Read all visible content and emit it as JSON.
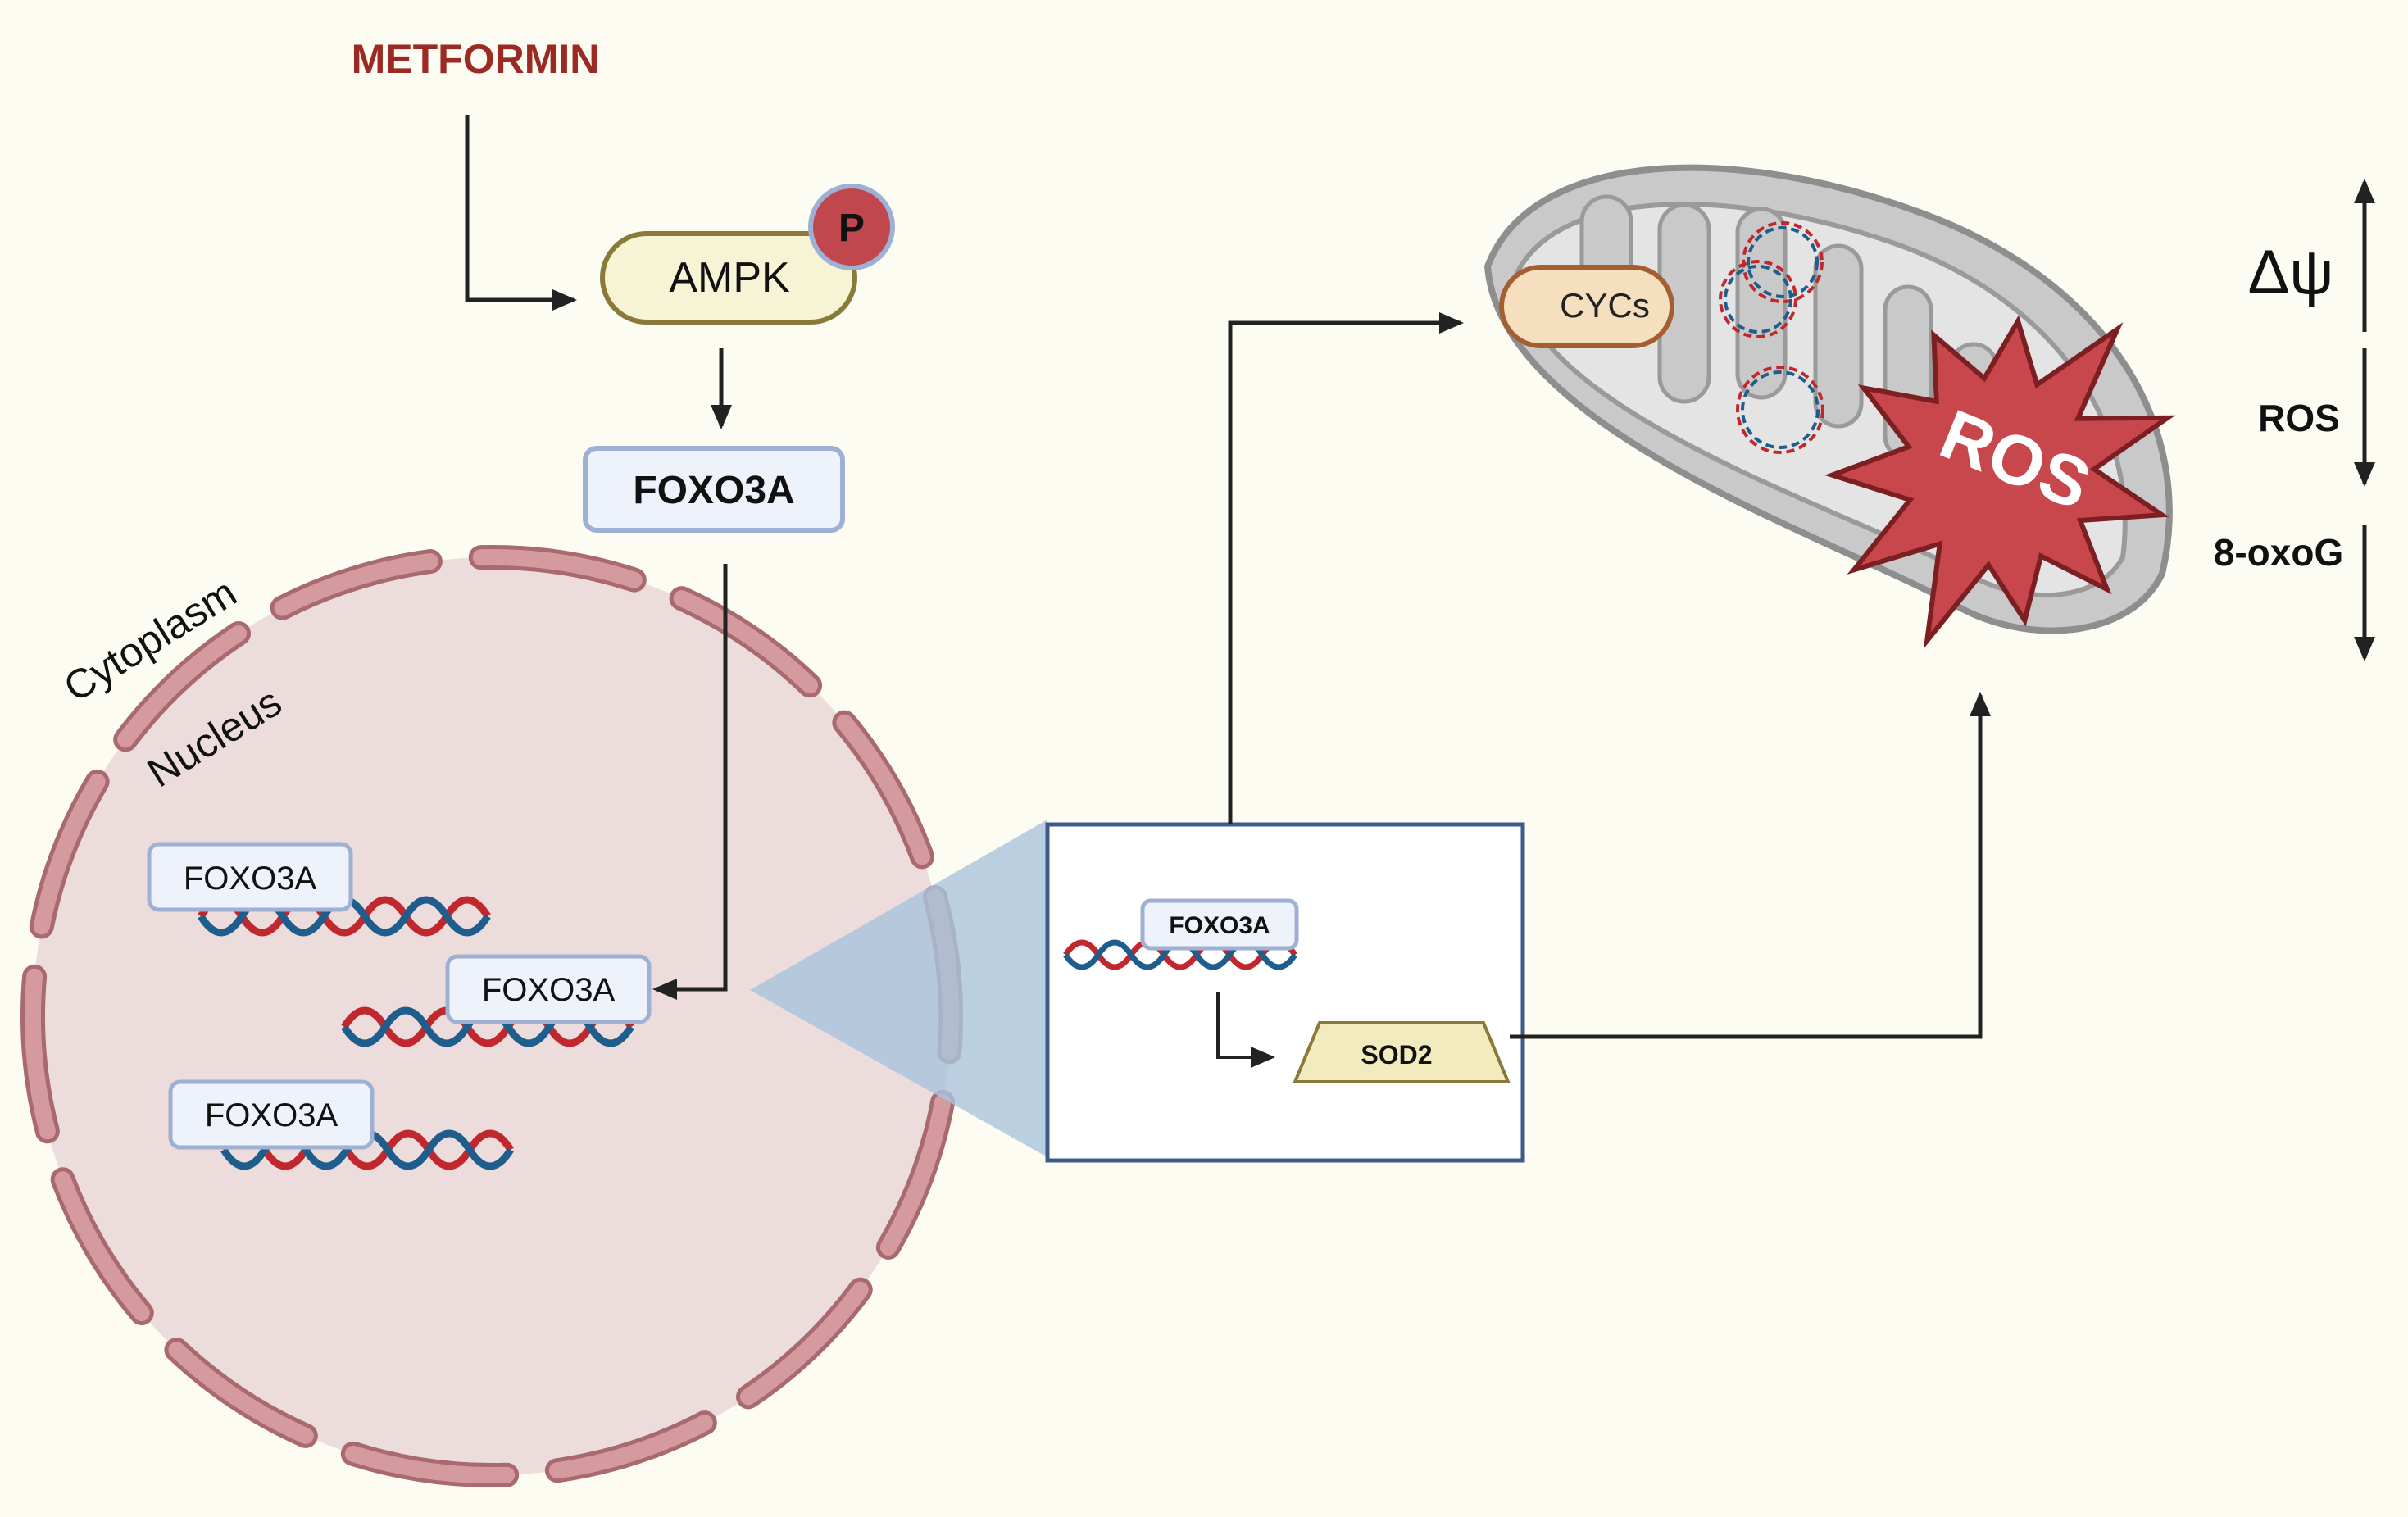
{
  "drug": {
    "label": "METFORMIN"
  },
  "ampk": {
    "label": "AMPK",
    "phospho_label": "P"
  },
  "foxo3a_cytoplasm": {
    "label": "FOXO3A"
  },
  "compartments": {
    "cytoplasm": "Cytoplasm",
    "nucleus": "Nucleus"
  },
  "nucleus_foxo3a": [
    {
      "label": "FOXO3A"
    },
    {
      "label": "FOXO3A"
    },
    {
      "label": "FOXO3A"
    }
  ],
  "inset": {
    "foxo3a_label": "FOXO3A",
    "sod2_label": "SOD2"
  },
  "mitochondrion": {
    "cycs_label": "CYCs",
    "ros_burst_label": "ROS"
  },
  "indicators": [
    {
      "label": "Δψ",
      "direction": "up"
    },
    {
      "label": "ROS",
      "direction": "down"
    },
    {
      "label": "8-oxoG",
      "direction": "down"
    }
  ],
  "colors": {
    "background": "#fdfcf3",
    "drug_text": "#9b2a24",
    "ros_burst": "#c8474c",
    "nucleus_fill": "#ecdcdc",
    "nuclear_envelope": "#d49a9e",
    "dna_red": "#c0282d",
    "dna_blue": "#1f5d8c",
    "zoom_wedge": "#a9c4dc"
  }
}
